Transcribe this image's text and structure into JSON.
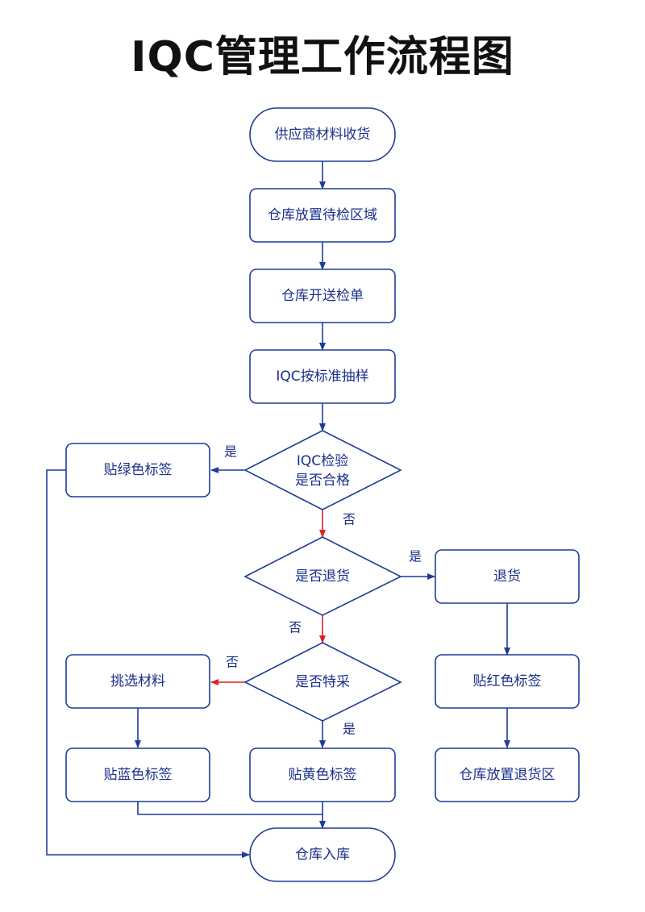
{
  "title": "IQC管理工作流程图",
  "colors": {
    "stroke": "#1f3c99",
    "text": "#1a2f8a",
    "reject_arrow": "#e02020",
    "fill": "#ffffff"
  },
  "nodes": {
    "supplier_receive": "供应商材料收货",
    "warehouse_place_pending": "仓库放置待检区域",
    "warehouse_send_form": "仓库开送检单",
    "iqc_sampling": "IQC按标准抽样",
    "iqc_inspect_line1": "IQC检验",
    "iqc_inspect_line2": "是否合格",
    "green_label": "贴绿色标签",
    "return_decision": "是否退货",
    "return_goods": "退货",
    "red_label": "贴红色标签",
    "warehouse_return_area": "仓库放置退货区",
    "special_decision": "是否特采",
    "pick_material": "挑选材料",
    "blue_label": "贴蓝色标签",
    "yellow_label": "贴黄色标签",
    "warehouse_in": "仓库入库"
  },
  "edge_labels": {
    "yes_green": "是",
    "no_from_inspect": "否",
    "yes_return": "是",
    "no_from_return": "否",
    "no_from_special": "否",
    "yes_special": "是"
  }
}
